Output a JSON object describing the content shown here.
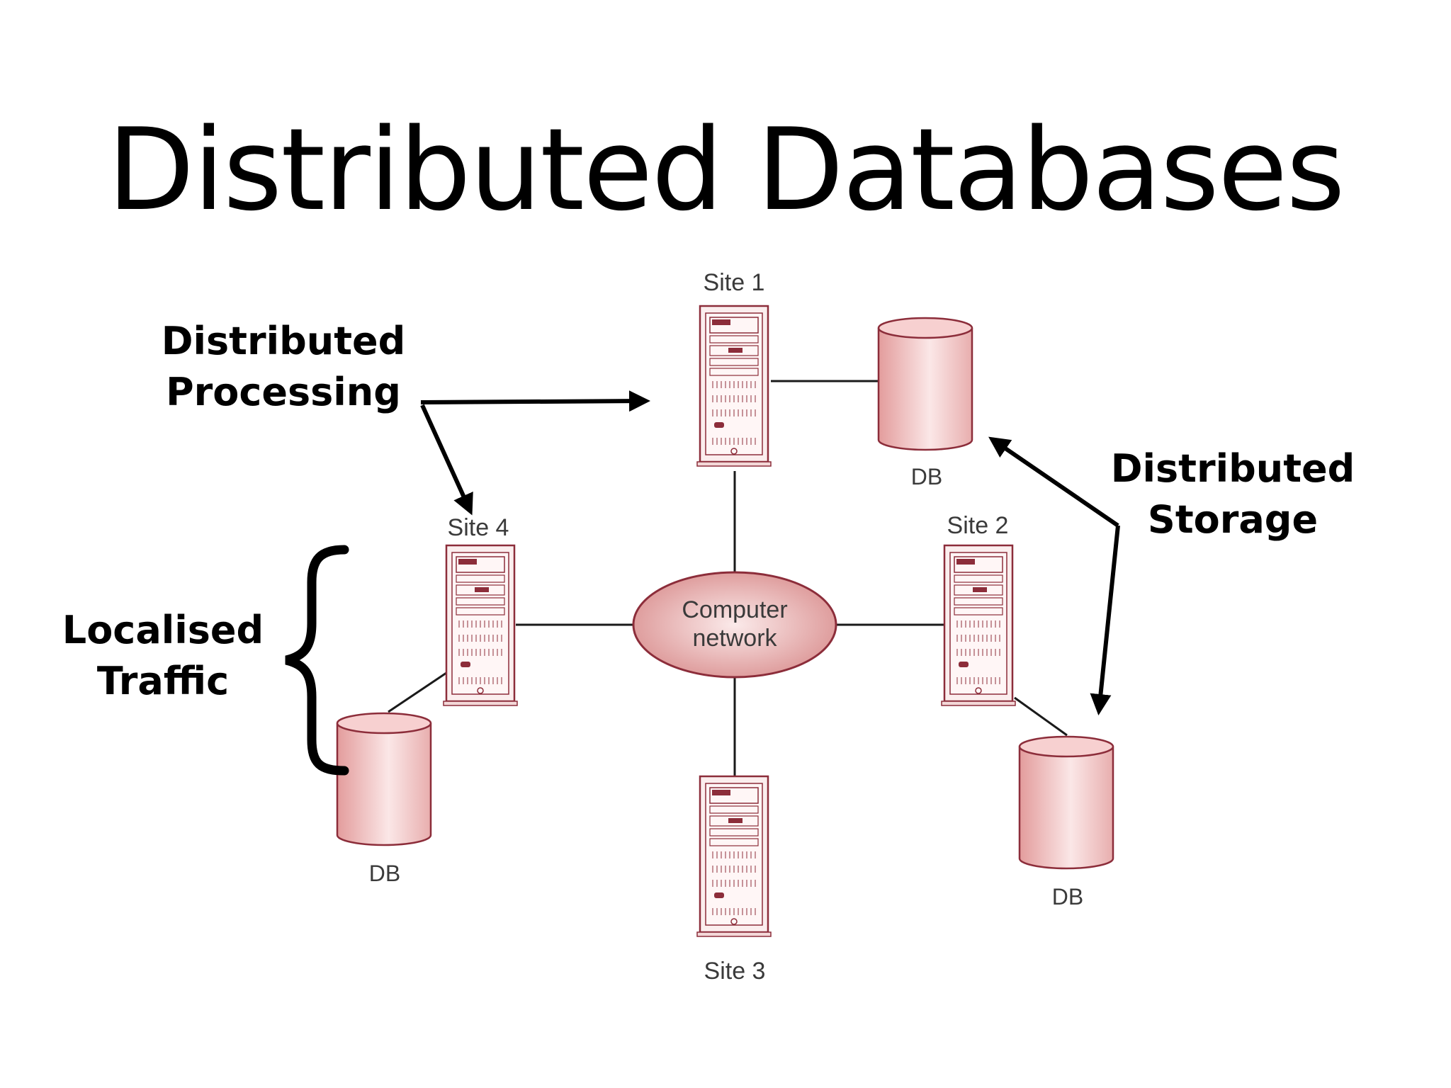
{
  "title": "Distributed Databases",
  "annotations": {
    "distributed_processing": [
      "Distributed",
      "Processing"
    ],
    "distributed_storage": [
      "Distributed",
      "Storage"
    ],
    "localised_traffic": [
      "Localised",
      "Traffic"
    ]
  },
  "diagram": {
    "sites": {
      "site1": "Site 1",
      "site2": "Site 2",
      "site3": "Site 3",
      "site4": "Site 4"
    },
    "network": [
      "Computer",
      "network"
    ],
    "db_label": "DB"
  },
  "colors": {
    "server_stroke": "#8c2d3a",
    "server_fill": "#f6dcdc",
    "db_fill": "#e9aaaa",
    "line": "#1a1a1a",
    "annotation": "#000000"
  }
}
